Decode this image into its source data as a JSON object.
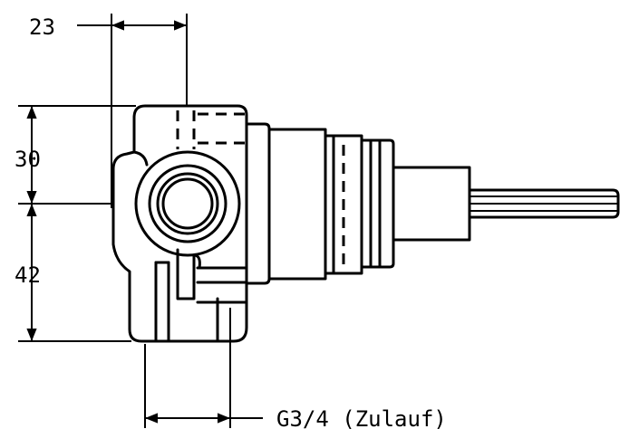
{
  "dimensions": {
    "top_width": "23",
    "upper_height": "30",
    "lower_height": "42",
    "connection_label": "G3/4 (Zulauf)"
  },
  "colors": {
    "line": "#000000",
    "background": "#ffffff"
  }
}
